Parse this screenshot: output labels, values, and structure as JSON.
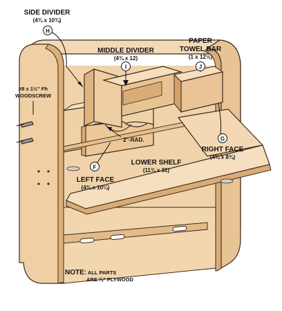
{
  "colors": {
    "wood_light": "#f6dfbf",
    "wood_mid": "#eccba0",
    "wood_dark": "#d9ac78",
    "edge": "#c18b55",
    "outline": "#3a2a1c"
  },
  "parts": {
    "side_divider": {
      "title": "SIDE DIVIDER",
      "dims": "(4¾ x 10¾)",
      "key": "H"
    },
    "middle_divider": {
      "title": "MIDDLE DIVIDER",
      "dims": "(4¾ x 12)",
      "key": "I"
    },
    "paper_towel_bar": {
      "title_line1": "PAPER",
      "title_line2": "TOWEL BAR",
      "dims": "(1 x 12½)",
      "key": "J"
    },
    "woodscrew": {
      "line1": "#8 x 1½\" Fh",
      "line2": "WOODSCREW"
    },
    "radius": {
      "label": "2\"-RAD."
    },
    "right_face": {
      "title": "RIGHT FACE",
      "dims": "(4¾ x 8¾)",
      "key": "G"
    },
    "lower_shelf": {
      "title": "LOWER SHELF",
      "dims": "(11¾ x 31)"
    },
    "left_face": {
      "title": "LEFT FACE",
      "dims": "(4¾ x 10¼)",
      "key": "F"
    }
  },
  "note": {
    "heading": "NOTE:",
    "line1": " ALL PARTS",
    "line2": "ARE ¾\" PLYWOOD"
  }
}
